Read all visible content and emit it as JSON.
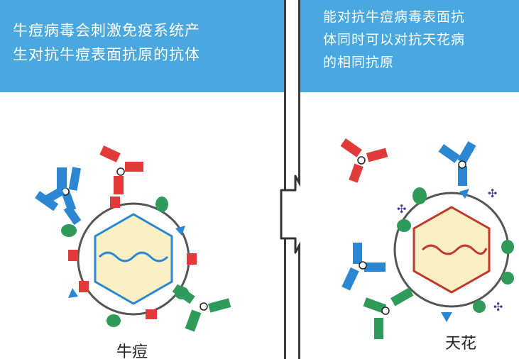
{
  "left_panel": {
    "caption_lines": [
      "牛痘病毒会刺激免疫系统产",
      "生对抗牛痘表面抗原的抗体"
    ],
    "virus_label": "牛痘"
  },
  "right_panel": {
    "caption_lines": [
      "能对抗牛痘病毒表面抗",
      "体同时可以对抗天花病",
      "的相同抗原"
    ],
    "virus_label": "天花"
  },
  "colors": {
    "caption_bg": "#4aa8e0",
    "antibody_blue": "#2b87d1",
    "antibody_red": "#e03a3a",
    "antibody_green": "#2f9a5a",
    "cowpox_hex_stroke": "#2b87d1",
    "smallpox_hex_stroke": "#c0392b",
    "hex_fill": "#fbefc4"
  },
  "icons": [
    "arrow-right-icon"
  ]
}
